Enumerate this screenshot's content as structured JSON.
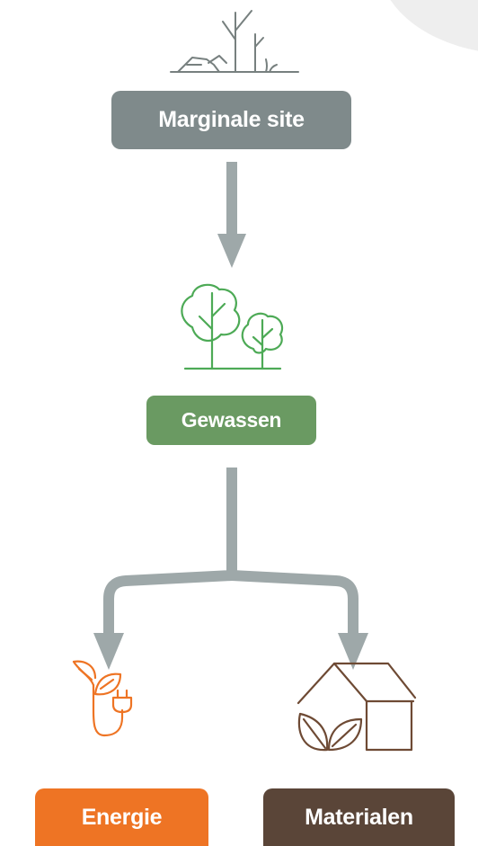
{
  "nodes": {
    "site": {
      "label": "Marginale site",
      "color": "#7f8a8b"
    },
    "crops": {
      "label": "Gewassen",
      "color": "#6a9a62"
    },
    "energy": {
      "label": "Energie",
      "color": "#ee7424"
    },
    "materials": {
      "label": "Materialen",
      "color": "#5a4538"
    }
  },
  "colors": {
    "arrow": "#9ea8a9",
    "site_icon": "#77807f",
    "crops_icon": "#4daa56",
    "energy_icon": "#ee7424",
    "materials_icon": "#6e4a34"
  },
  "icons": {
    "site": "barren-land-icon",
    "crops": "trees-icon",
    "energy": "plant-plug-icon",
    "materials": "house-leaf-icon"
  }
}
